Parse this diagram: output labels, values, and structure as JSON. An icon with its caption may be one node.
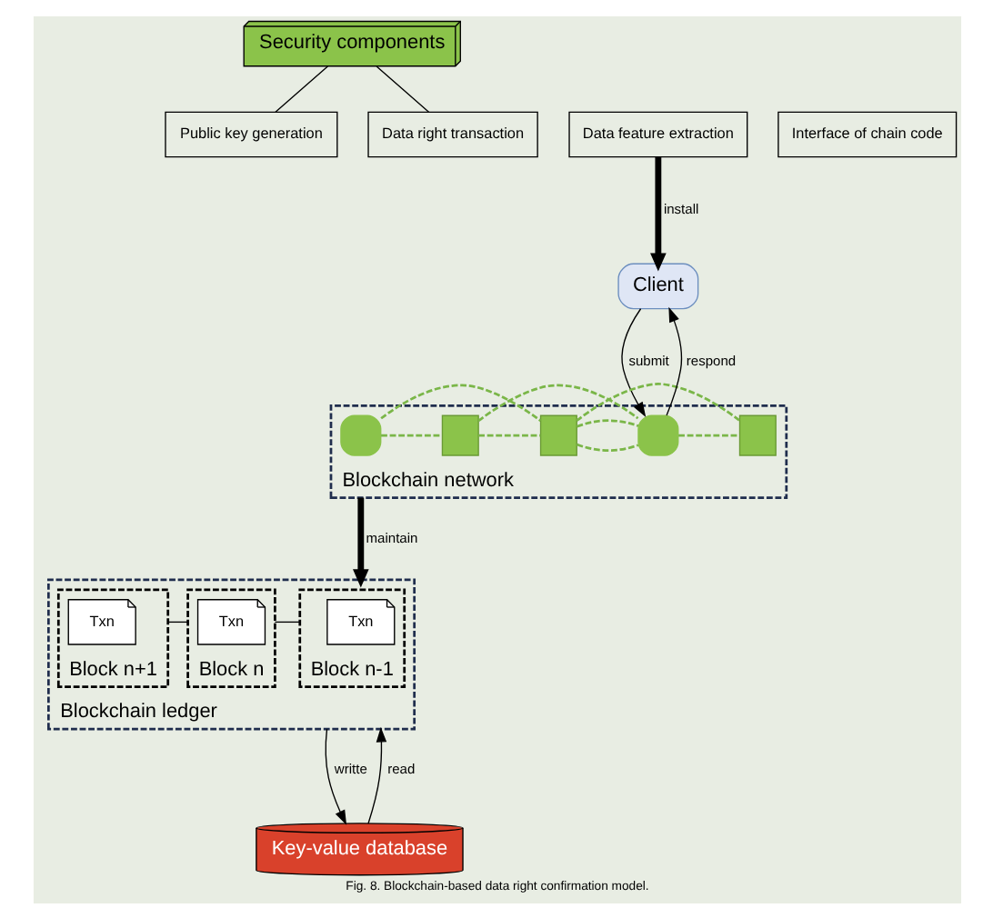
{
  "diagram": {
    "caption": "Fig. 8. Blockchain-based data right confirmation model.",
    "nodes": [
      {
        "text": [
          "Security components"
        ]
      },
      {
        "text": [
          "Public key generation"
        ]
      },
      {
        "text": [
          "Data feature extraction"
        ]
      },
      {
        "text": [
          "Interface of chain code"
        ]
      },
      {
        "text": [
          "Data right transaction"
        ]
      },
      {
        "text": [
          "Client"
        ]
      },
      {
        "text": [
          "Blockchain network"
        ]
      },
      {
        "text": [],
        "shape": "box",
        "in": 6
      },
      {
        "text": [],
        "shape": "box",
        "in": 6
      },
      {
        "text": [],
        "shape": "box",
        "in": 6
      },
      {
        "text": [],
        "shape": "box",
        "in": 6
      },
      {
        "text": [],
        "shape": "box",
        "in": 6
      },
      {
        "text": [
          "Blockchain ledger"
        ]
      },
      {
        "text": [
          "Block n-1"
        ],
        "in": 12
      },
      {
        "text": [
          "Txn"
        ],
        "in": 13
      },
      {
        "text": [
          "Block n"
        ],
        "in": 12
      },
      {
        "text": [
          "Txn"
        ],
        "in": 15
      },
      {
        "text": [
          "Block n+1"
        ],
        "in": 12
      },
      {
        "text": [
          "Txn"
        ],
        "in": 17
      },
      {
        "text": [
          "Key-value database"
        ]
      }
    ],
    "edges": [
      {
        "from": 0,
        "to": 1,
        "arrow": "none",
        "color": "#000000"
      },
      {
        "from": 0,
        "to": 4,
        "arrow": "none",
        "color": "#000000"
      },
      {
        "from": 2,
        "to": 5,
        "arrow": "to",
        "label": "install",
        "style": "thick",
        "color": "#000000"
      },
      {
        "from": 5,
        "to": 10,
        "arrow": "to",
        "label": "submit",
        "color": "#000000"
      },
      {
        "from": 10,
        "to": 5,
        "arrow": "to",
        "label": "respond",
        "color": "#000000"
      },
      {
        "from": 7,
        "to": 8,
        "arrow": "none",
        "style": "dashed",
        "color": "#7ab648"
      },
      {
        "from": 7,
        "to": 9,
        "arrow": "none",
        "style": "dashed",
        "color": "#7ab648"
      },
      {
        "from": 8,
        "to": 9,
        "arrow": "none",
        "style": "dashed",
        "color": "#7ab648"
      },
      {
        "from": 8,
        "to": 10,
        "arrow": "none",
        "style": "dashed",
        "color": "#7ab648"
      },
      {
        "from": 9,
        "to": 10,
        "arrow": "none",
        "style": "dashed",
        "color": "#7ab648"
      },
      {
        "from": 9,
        "to": 10,
        "arrow": "none",
        "style": "dashed",
        "color": "#7ab648"
      },
      {
        "from": 9,
        "to": 11,
        "arrow": "none",
        "style": "dashed",
        "color": "#7ab648"
      },
      {
        "from": 10,
        "to": 11,
        "arrow": "none",
        "style": "dashed",
        "color": "#7ab648"
      },
      {
        "from": 6,
        "to": 12,
        "arrow": "to",
        "label": "maintain",
        "style": "thick",
        "color": "#000000"
      },
      {
        "from": 13,
        "to": 15,
        "arrow": "none",
        "color": "#000000"
      },
      {
        "from": 15,
        "to": 17,
        "arrow": "none",
        "color": "#000000"
      },
      {
        "from": 12,
        "to": 19,
        "arrow": "to",
        "label": "writte",
        "color": "#000000"
      },
      {
        "from": 19,
        "to": 12,
        "arrow": "to",
        "label": "read",
        "color": "#000000"
      }
    ]
  }
}
